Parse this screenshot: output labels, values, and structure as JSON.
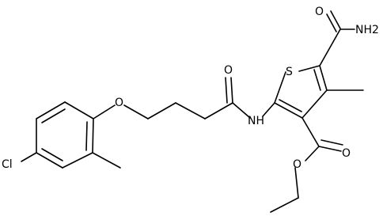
{
  "figure": {
    "type": "chemical-structure",
    "background_color": "#ffffff",
    "line_color": "#000000",
    "atom_labels": {
      "carbonyl_amide_o": "O",
      "amide_nh2": "NH2",
      "thiophene_s": "S",
      "linker_carbonyl_o": "O",
      "ether_o": "O",
      "amide_nh": "NH",
      "chlorine": "Cl",
      "ester_carbonyl_o": "O",
      "ester_alkoxy_o": "O"
    }
  }
}
